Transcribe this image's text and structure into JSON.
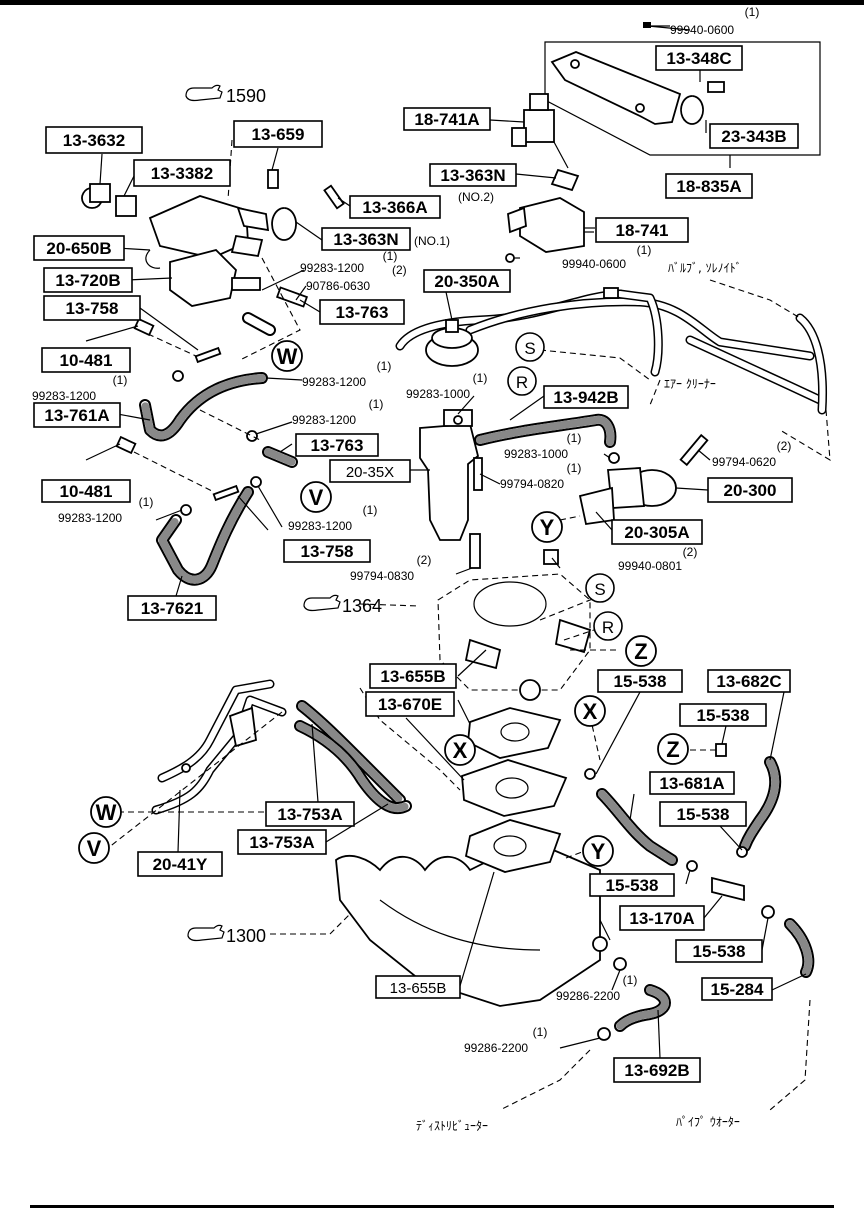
{
  "parts": {
    "p_13_3632": "13-3632",
    "p_13_3382": "13-3382",
    "p_13_659": "13-659",
    "p_20_650b": "20-650B",
    "p_13_720b": "13-720B",
    "p_13_758_a": "13-758",
    "p_10_481_a": "10-481",
    "p_13_761a": "13-761A",
    "p_10_481_b": "10-481",
    "p_13_7621": "13-7621",
    "p_13_758_b": "13-758",
    "p_13_763_a": "13-763",
    "p_13_763_b": "13-763",
    "p_13_366a": "13-366A",
    "p_13_363n_1": "13-363N",
    "p_18_741a": "18-741A",
    "p_13_363n_2": "13-363N",
    "p_18_741": "18-741",
    "p_13_348c": "13-348C",
    "p_23_343b": "23-343B",
    "p_18_835a": "18-835A",
    "p_20_350a": "20-350A",
    "p_13_942b": "13-942B",
    "p_20_35x": "20-35X",
    "p_20_300": "20-300",
    "p_20_305a": "20-305A",
    "p_13_655b_a": "13-655B",
    "p_13_670e": "13-670E",
    "p_15_538_a": "15-538",
    "p_13_682c": "13-682C",
    "p_15_538_b": "15-538",
    "p_13_681a": "13-681A",
    "p_15_538_c": "15-538",
    "p_15_538_d": "15-538",
    "p_13_170a": "13-170A",
    "p_15_538_e": "15-538",
    "p_15_284": "15-284",
    "p_13_753a_a": "13-753A",
    "p_13_753a_b": "13-753A",
    "p_20_41y": "20-41Y",
    "p_13_655b_b": "13-655B",
    "p_13_692b": "13-692B"
  },
  "fasteners": {
    "f_99940_0600_top": "99940-0600",
    "f_99940_0600_top_qty": "(1)",
    "f_99940_0600_mid": "99940-0600",
    "f_99940_0600_mid_qty": "(1)",
    "f_99283_1200_a": "99283-1200",
    "f_99283_1200_a_qty": "(1)",
    "f_99283_1200_a_qty2": "(2)",
    "f_90786_0630": "90786-0630",
    "f_99283_1200_b": "99283-1200",
    "f_99283_1200_b_qty": "(1)",
    "f_99283_1200_c": "99283-1200",
    "f_99283_1200_c_qty": "(1)",
    "f_99283_1200_d": "99283-1200",
    "f_99283_1200_d_qty": "(1)",
    "f_99283_1200_e": "99283-1200",
    "f_99283_1200_e_qty": "(1)",
    "f_99283_1200_f": "99283-1200",
    "f_99283_1200_f_qty": "(1)",
    "f_99283_1000_a": "99283-1000",
    "f_99283_1000_a_qty": "(1)",
    "f_99283_1000_b": "99283-1000",
    "f_99283_1000_b_qty": "(1)",
    "f_99794_0820": "99794-0820",
    "f_99794_0820_qty": "(1)",
    "f_99794_0620": "99794-0620",
    "f_99794_0620_qty": "(2)",
    "f_99794_0830": "99794-0830",
    "f_99794_0830_qty": "(2)",
    "f_99940_0801": "99940-0801",
    "f_99940_0801_qty": "(2)",
    "f_99286_2200_a": "99286-2200",
    "f_99286_2200_a_qty": "(1)",
    "f_99286_2200_b": "99286-2200",
    "f_99286_2200_b_qty": "(1)"
  },
  "notes": {
    "no1": "(NO.1)",
    "no2": "(NO.2)",
    "valve_solenoid": "ﾊﾞﾙﾌﾞ, ｿﾚﾉｲﾄﾞ",
    "air_cleaner": "ｴｱｰ  ｸﾘｰﾅｰ",
    "distributor": "ﾃﾞｨｽﾄﾘﾋﾞｭｰﾀｰ",
    "pipe_water": "ﾊﾟｲﾌﾟ  ｳｵｰﾀｰ"
  },
  "refs": {
    "r1590": "1590",
    "r1364": "1364",
    "r1300": "1300"
  },
  "markers": {
    "W": "W",
    "V": "V",
    "S": "S",
    "R": "R",
    "Y": "Y",
    "X": "X",
    "Z": "Z"
  }
}
